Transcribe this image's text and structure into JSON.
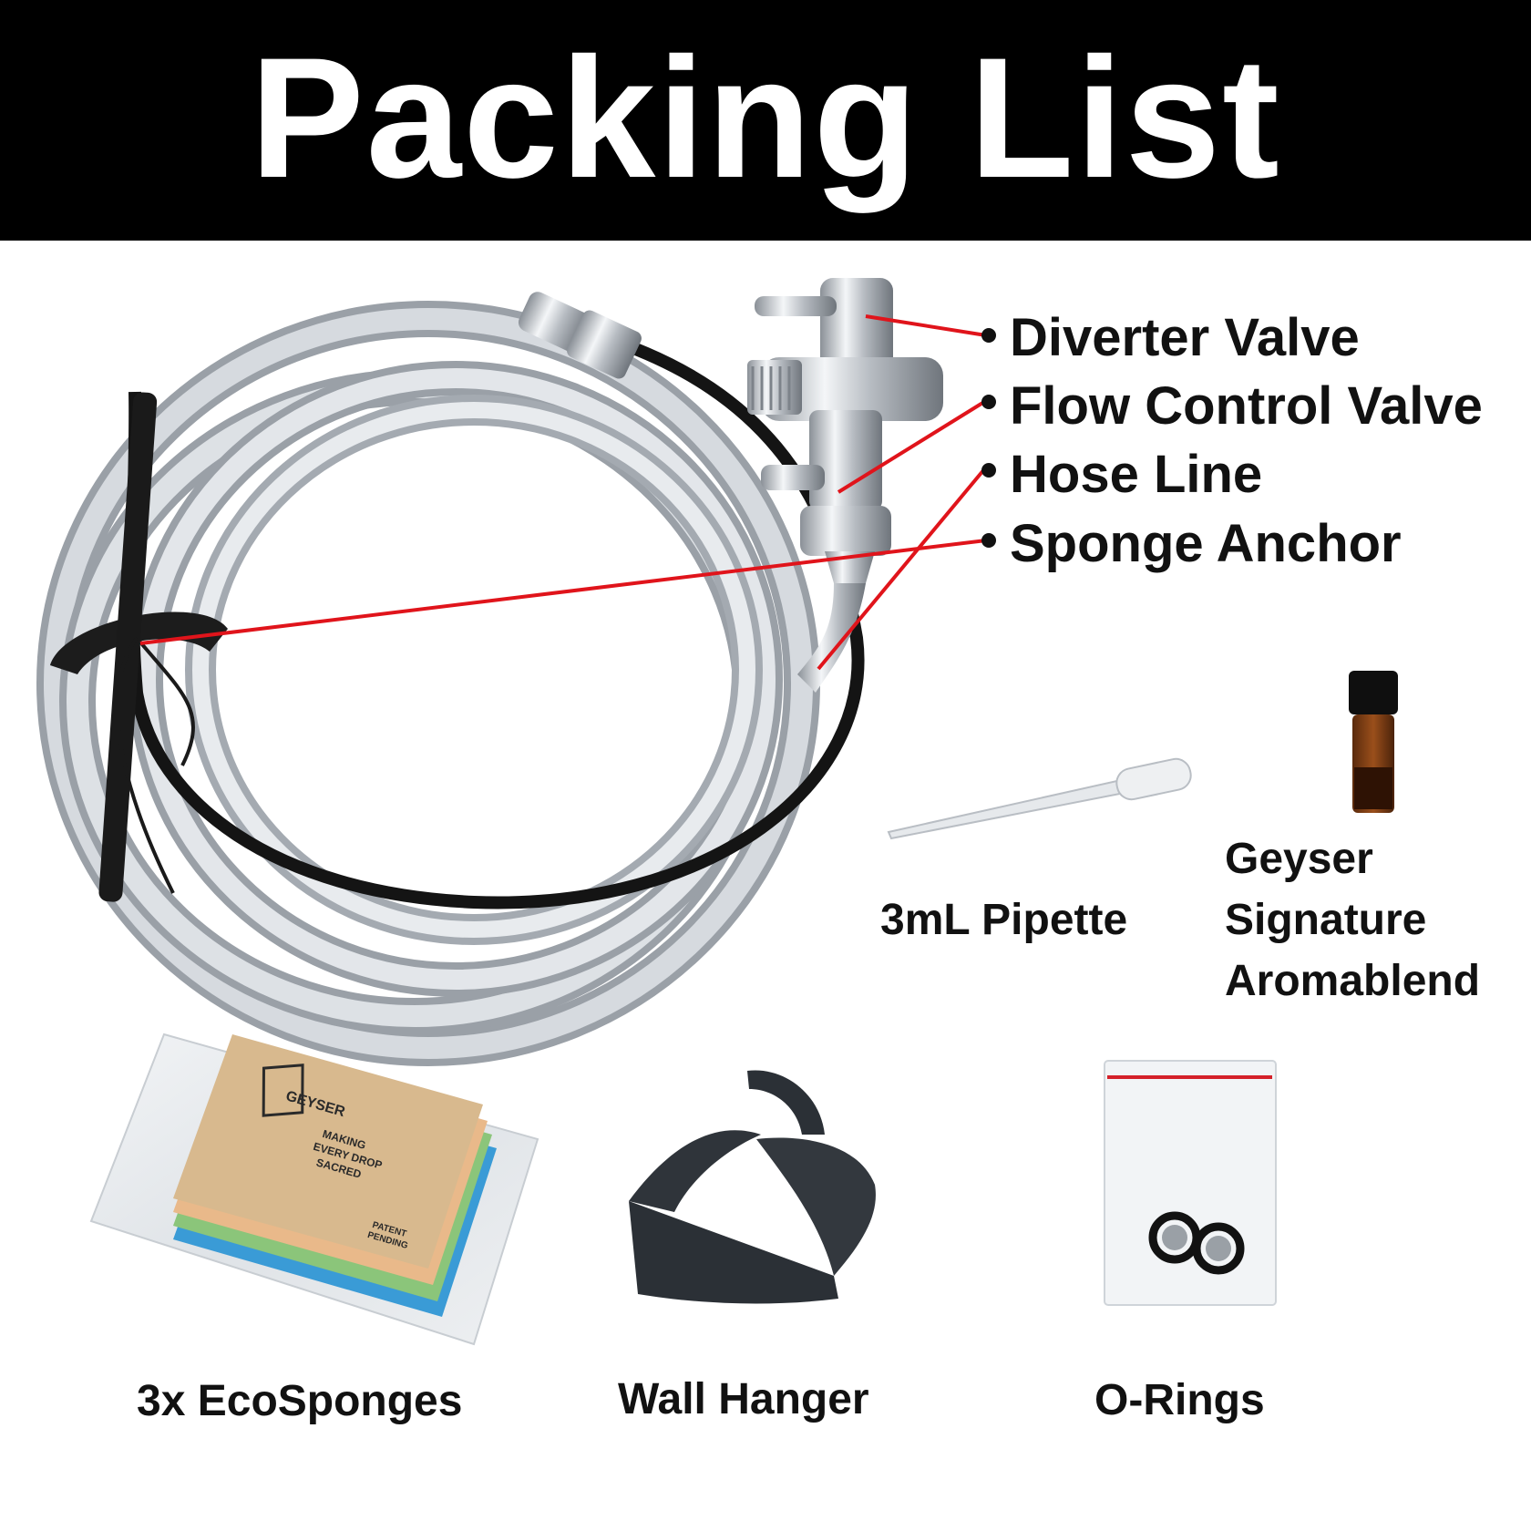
{
  "header": {
    "title": "Packing List"
  },
  "callouts": [
    {
      "id": "diverter",
      "label": "Diverter Valve"
    },
    {
      "id": "flow",
      "label": "Flow Control Valve"
    },
    {
      "id": "hose",
      "label": "Hose Line"
    },
    {
      "id": "anchor",
      "label": "Sponge Anchor"
    }
  ],
  "items": {
    "pipette": "3mL Pipette",
    "aromablend": [
      "Geyser",
      "Signature",
      "Aromablend"
    ],
    "sponges": "3x EcoSponges",
    "hanger": "Wall Hanger",
    "orings": "O-Rings"
  },
  "sponge_card": {
    "brand": "GEYSER",
    "tagline": [
      "MAKING",
      "EVERY DROP",
      "SACRED"
    ],
    "stamp": [
      "PATENT",
      "PENDING"
    ]
  },
  "colors": {
    "banner": "#000000",
    "leader_line": "#e0141b",
    "hose": "#c9ced4",
    "black_tube": "#141414"
  }
}
